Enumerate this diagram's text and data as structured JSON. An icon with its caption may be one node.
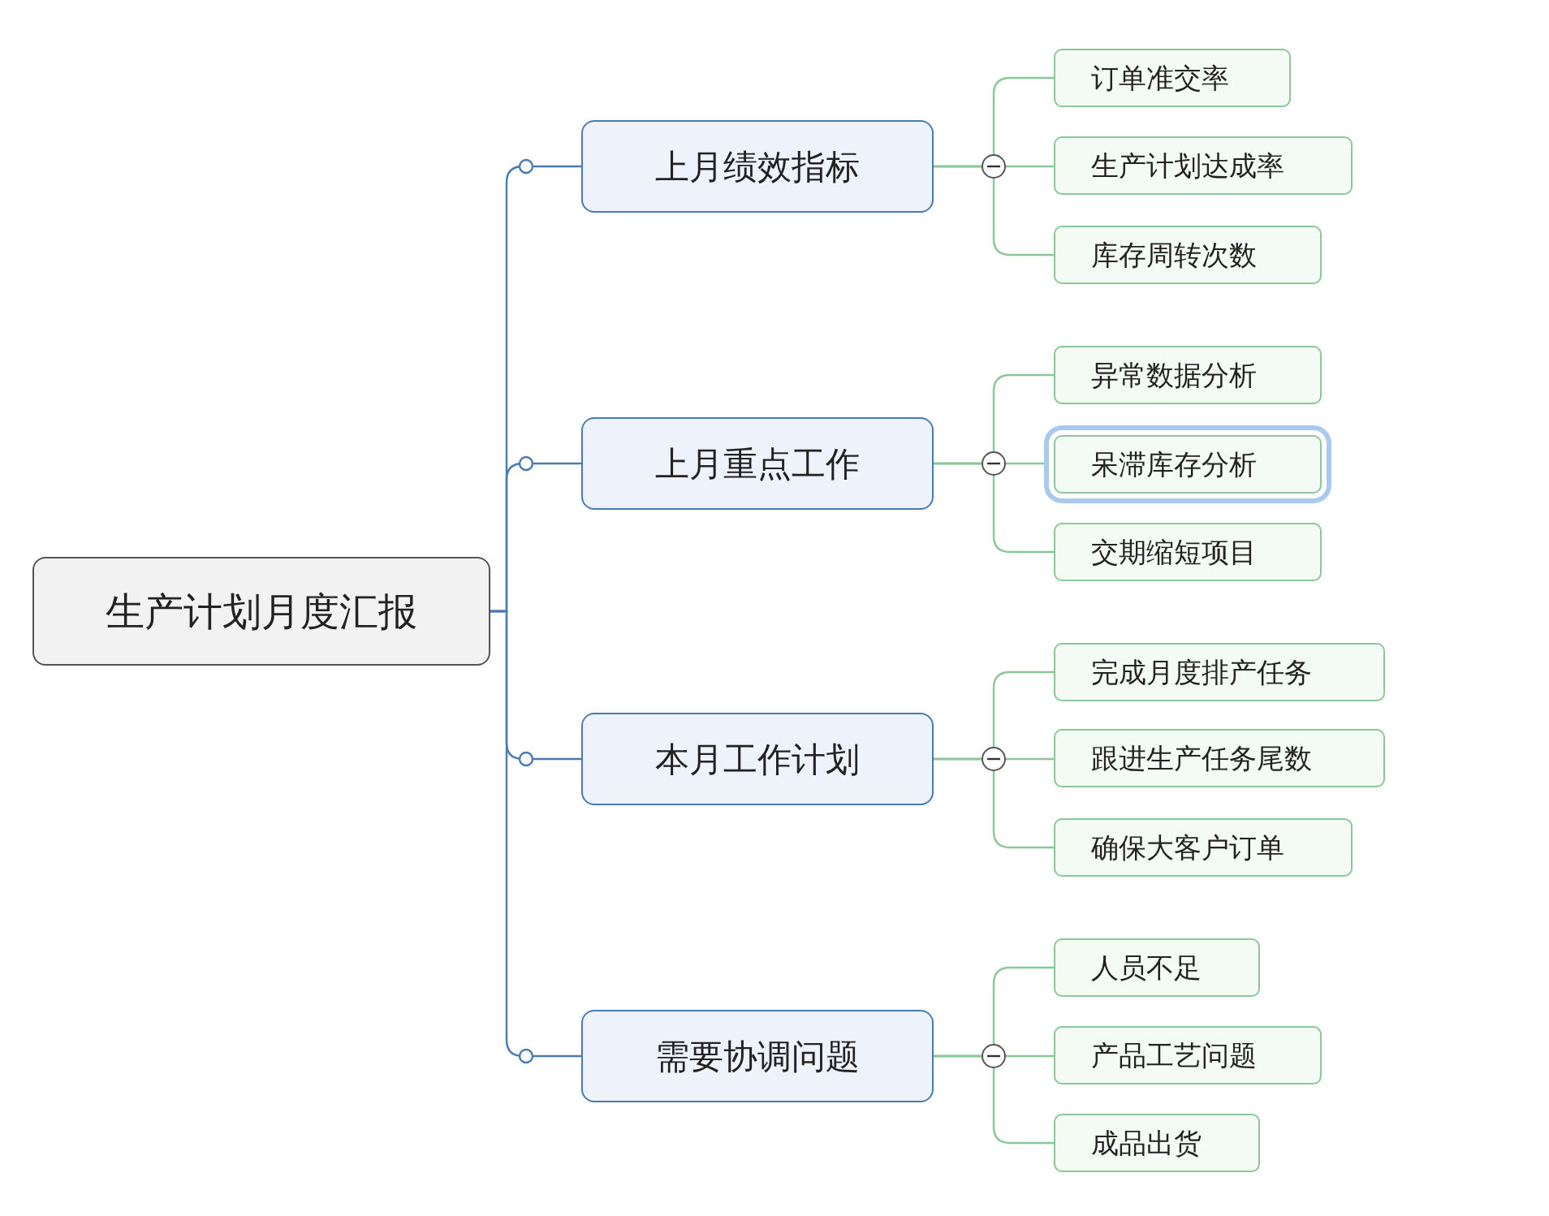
{
  "diagram": {
    "nodes": [
      {
        "text": [
          "生产计划月度汇报"
        ]
      },
      {
        "text": [
          "上月绩效指标"
        ]
      },
      {
        "text": [
          "上月重点工作"
        ]
      },
      {
        "text": [
          "本月工作计划"
        ]
      },
      {
        "text": [
          "需要协调问题"
        ]
      },
      {
        "text": [
          "订单准交率"
        ]
      },
      {
        "text": [
          "生产计划达成率"
        ]
      },
      {
        "text": [
          "库存周转次数"
        ]
      },
      {
        "text": [
          "异常数据分析"
        ]
      },
      {
        "text": [
          "呆滞库存分析"
        ]
      },
      {
        "text": [
          "交期缩短项目"
        ]
      },
      {
        "text": [
          "完成月度排产任务"
        ]
      },
      {
        "text": [
          "跟进生产任务尾数"
        ]
      },
      {
        "text": [
          "确保大客户订单"
        ]
      },
      {
        "text": [
          "人员不足"
        ]
      },
      {
        "text": [
          "产品工艺问题"
        ]
      },
      {
        "text": [
          "成品出货"
        ]
      }
    ],
    "edges": [
      {
        "from": 0,
        "to": 1,
        "arrow": "none"
      },
      {
        "from": 0,
        "to": 2,
        "arrow": "none"
      },
      {
        "from": 0,
        "to": 3,
        "arrow": "none"
      },
      {
        "from": 0,
        "to": 4,
        "arrow": "none"
      },
      {
        "from": 1,
        "to": 5,
        "arrow": "none",
        "color": "#8cc79a"
      },
      {
        "from": 1,
        "to": 6,
        "arrow": "none",
        "color": "#8cc79a"
      },
      {
        "from": 1,
        "to": 7,
        "arrow": "none",
        "color": "#8cc79a"
      },
      {
        "from": 2,
        "to": 8,
        "arrow": "none",
        "color": "#8cc79a"
      },
      {
        "from": 2,
        "to": 9,
        "arrow": "none",
        "color": "#8cc79a"
      },
      {
        "from": 2,
        "to": 10,
        "arrow": "none",
        "color": "#8cc79a"
      },
      {
        "from": 3,
        "to": 11,
        "arrow": "none",
        "color": "#8cc79a"
      },
      {
        "from": 3,
        "to": 12,
        "arrow": "none",
        "color": "#8cc79a"
      },
      {
        "from": 3,
        "to": 13,
        "arrow": "none",
        "color": "#8cc79a"
      },
      {
        "from": 4,
        "to": 14,
        "arrow": "none",
        "color": "#8cc79a"
      },
      {
        "from": 4,
        "to": 15,
        "arrow": "none",
        "color": "#8cc79a"
      },
      {
        "from": 4,
        "to": 16,
        "arrow": "none",
        "color": "#8cc79a"
      }
    ]
  }
}
